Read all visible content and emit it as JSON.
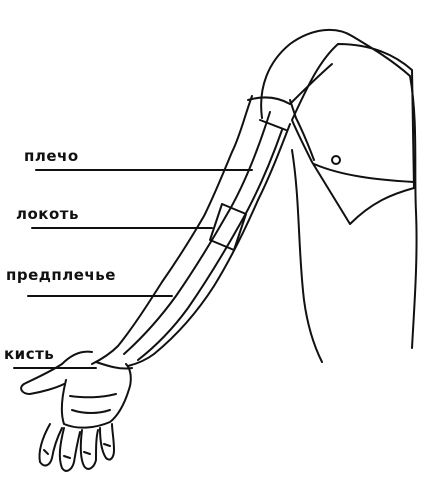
{
  "labels": {
    "shoulder": "плечо",
    "elbow": "локоть",
    "forearm": "предплечье",
    "hand": "кисть"
  },
  "colors": {
    "line": "#111111",
    "background": "#ffffff"
  }
}
